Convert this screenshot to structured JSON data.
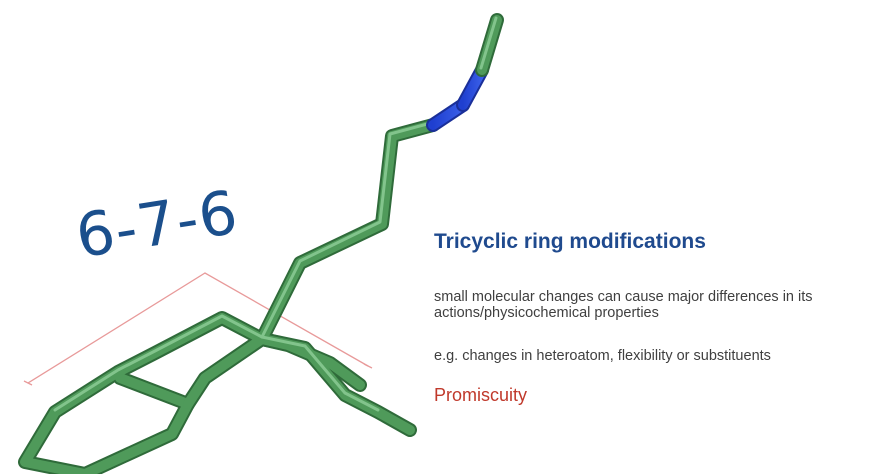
{
  "diagram": {
    "ring_label": "6-7-6",
    "colors": {
      "carbon": "#4f9a5a",
      "nitrogen": "#1f3fd0",
      "bracket": "#e89a9a"
    }
  },
  "text": {
    "title": "Tricyclic ring modifications",
    "description": "small molecular changes can cause major differences in its actions/physicochemical properties",
    "example": "e.g. changes in heteroatom, flexibility or substituents",
    "highlight": "Promiscuity"
  }
}
